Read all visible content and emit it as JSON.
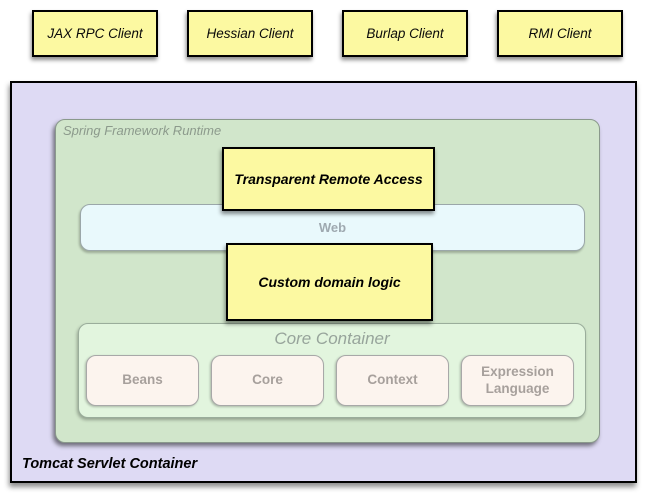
{
  "clients": [
    {
      "label": "JAX RPC Client"
    },
    {
      "label": "Hessian Client"
    },
    {
      "label": "Burlap Client"
    },
    {
      "label": "RMI Client"
    }
  ],
  "tomcat": {
    "label": "Tomcat Servlet Container"
  },
  "spring_runtime": {
    "label": "Spring Framework Runtime"
  },
  "remote_access": {
    "label": "Transparent Remote Access"
  },
  "web": {
    "label": "Web"
  },
  "domain_logic": {
    "label": "Custom domain logic"
  },
  "core_container": {
    "label": "Core Container",
    "modules": [
      {
        "label": "Beans"
      },
      {
        "label": "Core"
      },
      {
        "label": "Context"
      },
      {
        "label": "Expression Language"
      }
    ]
  },
  "colors": {
    "client_box_fill": "#FCF9A1",
    "tomcat_fill": "#DEDAF4",
    "spring_fill": "#D1E6CB",
    "web_fill": "#E9F9FC",
    "core_container_fill": "#E2F5DE",
    "module_fill": "#FCF4EE",
    "box_border": "#000000",
    "muted_label": "#97A49B"
  }
}
